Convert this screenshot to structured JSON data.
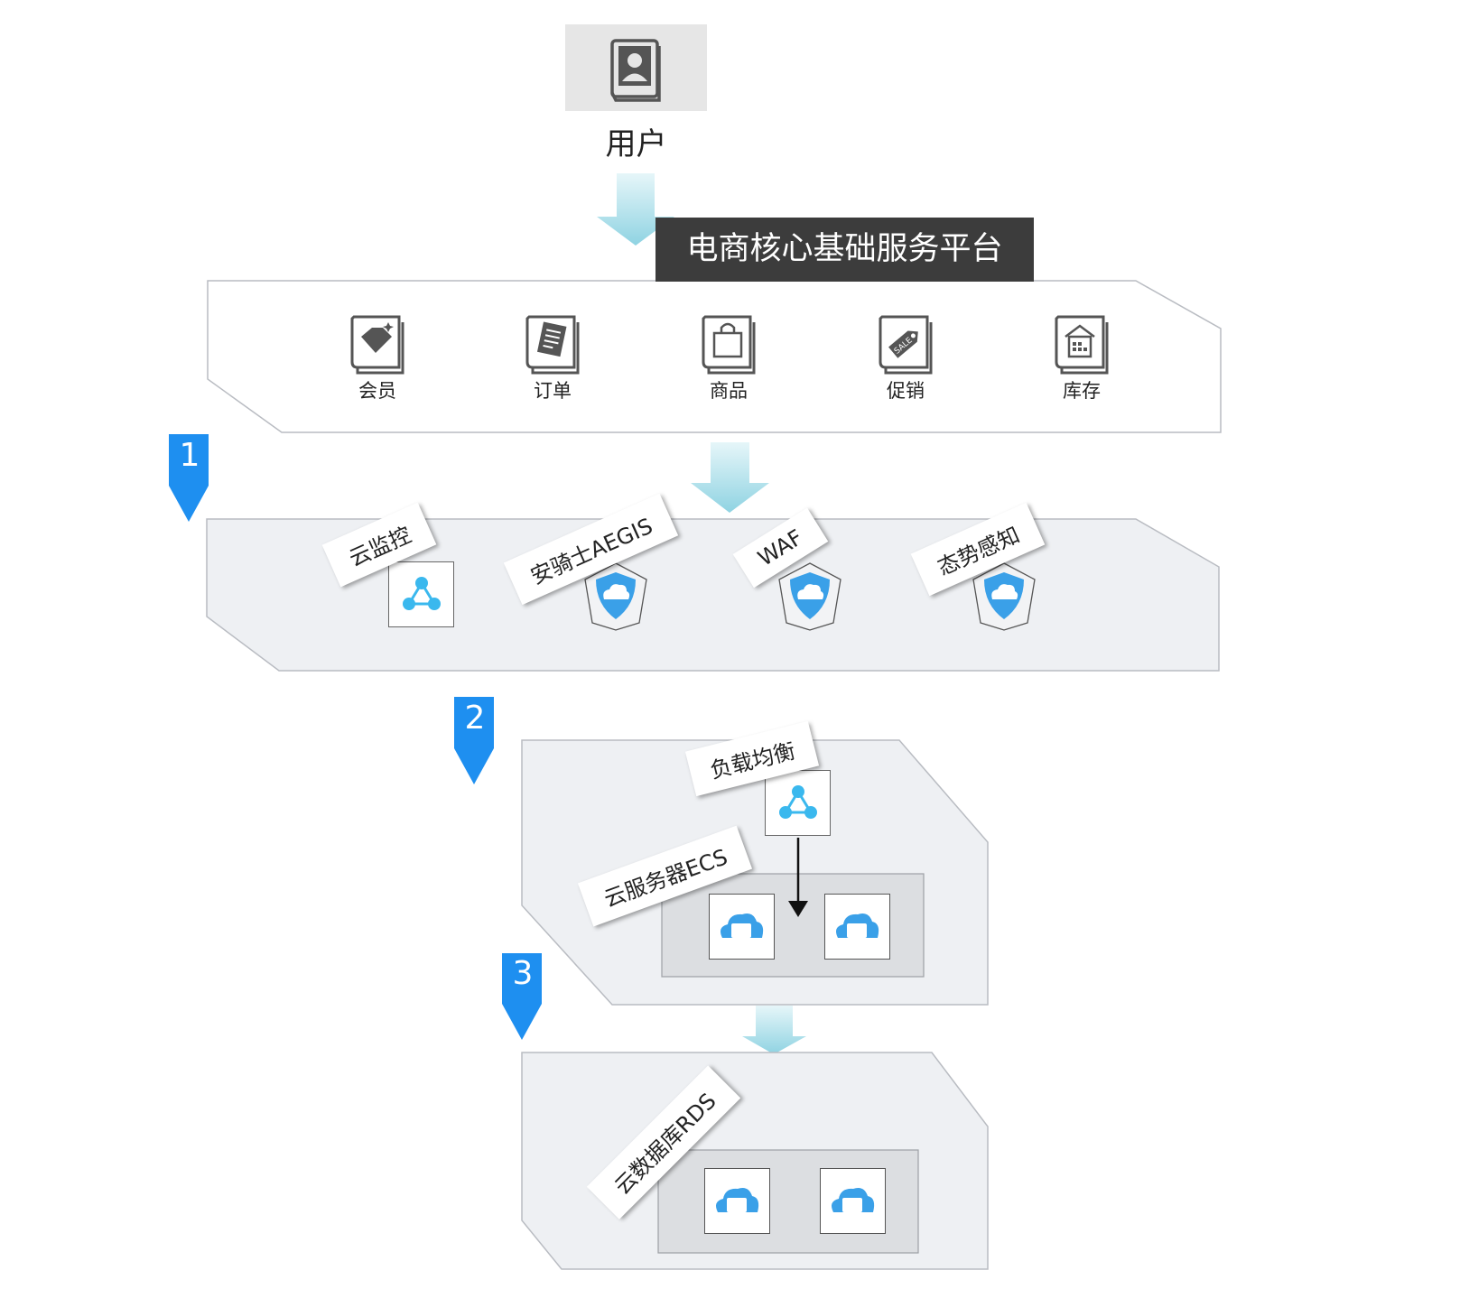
{
  "user": {
    "label": "用户",
    "icon": "user-contact-icon"
  },
  "platform": {
    "title": "电商核心基础服务平台",
    "modules": [
      {
        "label": "会员",
        "icon": "diamond-book-icon"
      },
      {
        "label": "订单",
        "icon": "receipt-book-icon"
      },
      {
        "label": "商品",
        "icon": "shopping-bag-book-icon"
      },
      {
        "label": "促销",
        "icon": "sale-tag-book-icon"
      },
      {
        "label": "库存",
        "icon": "warehouse-book-icon"
      }
    ]
  },
  "steps": [
    "1",
    "2",
    "3"
  ],
  "security_layer": {
    "items": [
      {
        "label": "云监控",
        "icon": "network-node-icon"
      },
      {
        "label": "安骑士AEGIS",
        "icon": "cloud-shield-icon"
      },
      {
        "label": "WAF",
        "icon": "cloud-shield-icon"
      },
      {
        "label": "态势感知",
        "icon": "cloud-shield-icon"
      }
    ]
  },
  "compute_layer": {
    "load_balancer_label": "负载均衡",
    "ecs_label": "云服务器ECS"
  },
  "database_layer": {
    "rds_label": "云数据库RDS"
  },
  "colors": {
    "step_blue": "#1e8ff0",
    "flow_arrow": "#a8dde8",
    "panel_fill": "#eef0f3",
    "title_bar": "#3c3c3c",
    "icon_blue": "#3aa0e8"
  }
}
